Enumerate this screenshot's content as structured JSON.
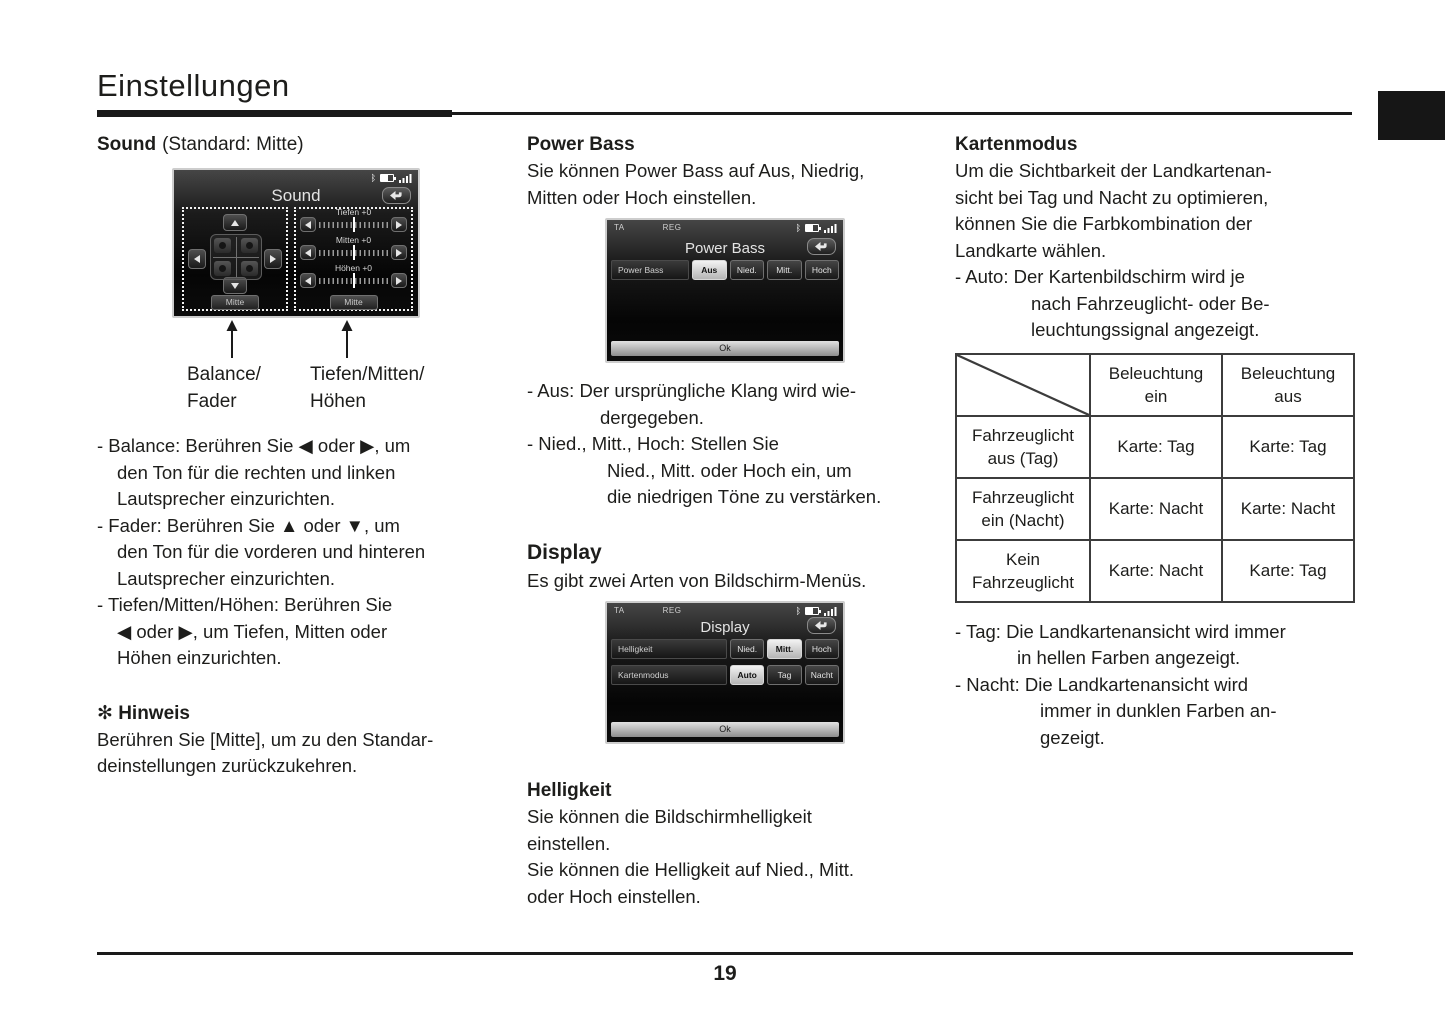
{
  "page": {
    "title": "Einstellungen",
    "page_number": "19"
  },
  "sound": {
    "heading_bold": "Sound",
    "heading_normal": "(Standard: Mitte)",
    "screen": {
      "title": "Sound",
      "status_icons": [
        "bluetooth-icon",
        "battery-icon",
        "signal-icon"
      ],
      "back_icon": "back-arrow-icon",
      "sliders": [
        {
          "label": "Tiefen +0"
        },
        {
          "label": "Mitten +0"
        },
        {
          "label": "Höhen +0"
        }
      ],
      "balance_reset": "Mitte",
      "tone_reset": "Mitte"
    },
    "callout_left": {
      "line1": "Balance/",
      "line2": "Fader"
    },
    "callout_right": {
      "line1": "Tiefen/Mitten/",
      "line2": "Höhen"
    },
    "bullets": [
      {
        "lines": [
          "- Balance: Berühren Sie ◀ oder ▶, um",
          "den Ton für die rechten und linken",
          "Lautsprecher einzurichten."
        ]
      },
      {
        "lines": [
          "- Fader: Berühren Sie ▲ oder ▼, um",
          "den Ton für die vorderen und hinteren",
          "Lautsprecher einzurichten."
        ]
      },
      {
        "lines": [
          "- Tiefen/Mitten/Höhen: Berühren Sie",
          "◀ oder ▶, um Tiefen, Mitten oder",
          "Höhen einzurichten."
        ]
      }
    ],
    "note": {
      "symbol": "✻",
      "title": "Hinweis",
      "lines": [
        "Berühren Sie [Mitte], um zu den Standar-",
        "deinstellungen zurückzukehren."
      ]
    }
  },
  "power_bass": {
    "heading": "Power Bass",
    "intro": [
      "Sie können Power Bass auf Aus, Niedrig,",
      "Mitten oder Hoch einstellen."
    ],
    "screen": {
      "status_left": "TA",
      "status_mid": "REG",
      "title": "Power Bass",
      "row_label": "Power Bass",
      "options": [
        {
          "label": "Aus",
          "selected": true
        },
        {
          "label": "Nied.",
          "selected": false
        },
        {
          "label": "Mitt.",
          "selected": false
        },
        {
          "label": "Hoch",
          "selected": false
        }
      ],
      "ok": "Ok"
    },
    "bullets": [
      {
        "lines": [
          "- Aus: Der ursprüngliche Klang wird wie-",
          "dergegeben."
        ]
      },
      {
        "lines": [
          "- Nied., Mitt., Hoch: Stellen Sie",
          "Nied., Mitt. oder Hoch ein, um",
          "die niedrigen Töne zu verstärken."
        ]
      }
    ]
  },
  "display": {
    "heading": "Display",
    "intro": "Es gibt zwei Arten von Bildschirm-Menüs.",
    "screen": {
      "status_left": "TA",
      "status_mid": "REG",
      "title": "Display",
      "rows": [
        {
          "label": "Helligkeit",
          "options": [
            {
              "label": "Nied.",
              "selected": false
            },
            {
              "label": "Mitt.",
              "selected": true
            },
            {
              "label": "Hoch",
              "selected": false
            }
          ]
        },
        {
          "label": "Kartenmodus",
          "options": [
            {
              "label": "Auto",
              "selected": true
            },
            {
              "label": "Tag",
              "selected": false
            },
            {
              "label": "Nacht",
              "selected": false
            }
          ]
        }
      ],
      "ok": "Ok"
    },
    "helligkeit": {
      "heading": "Helligkeit",
      "lines": [
        "Sie können die Bildschirmhelligkeit",
        "einstellen.",
        "Sie können die Helligkeit auf Nied., Mitt.",
        "oder Hoch einstellen."
      ]
    }
  },
  "kartenmodus": {
    "heading": "Kartenmodus",
    "intro": [
      "Um die Sichtbarkeit der Landkartenan-",
      "sicht bei Tag und Nacht zu optimieren,",
      "können Sie die Farbkombination der",
      "Landkarte wählen."
    ],
    "auto_bullet": [
      "- Auto: Der Kartenbildschirm wird je",
      "nach Fahrzeuglicht- oder Be-",
      "leuchtungssignal angezeigt."
    ],
    "table": {
      "headers": [
        {
          "line1": "Beleuchtung",
          "line2": "ein"
        },
        {
          "line1": "Beleuchtung",
          "line2": "aus"
        }
      ],
      "rows": [
        {
          "label1": "Fahrzeuglicht",
          "label2": "aus (Tag)",
          "cell1": "Karte: Tag",
          "cell2": "Karte: Tag"
        },
        {
          "label1": "Fahrzeuglicht",
          "label2": "ein (Nacht)",
          "cell1": "Karte: Nacht",
          "cell2": "Karte: Nacht"
        },
        {
          "label1": "Kein",
          "label2": "Fahrzeuglicht",
          "cell1": "Karte: Nacht",
          "cell2": "Karte: Tag"
        }
      ]
    },
    "bullets": [
      {
        "lines": [
          "- Tag: Die Landkartenansicht wird immer",
          "in hellen Farben angezeigt."
        ]
      },
      {
        "lines": [
          "- Nacht: Die Landkartenansicht wird",
          "immer in dunklen Farben an-",
          "gezeigt."
        ]
      }
    ]
  },
  "colors": {
    "text": "#1d1d1b",
    "rule": "#1a1a1a",
    "selected_button": "#e0e0e0",
    "screen_bg": "#101010"
  }
}
